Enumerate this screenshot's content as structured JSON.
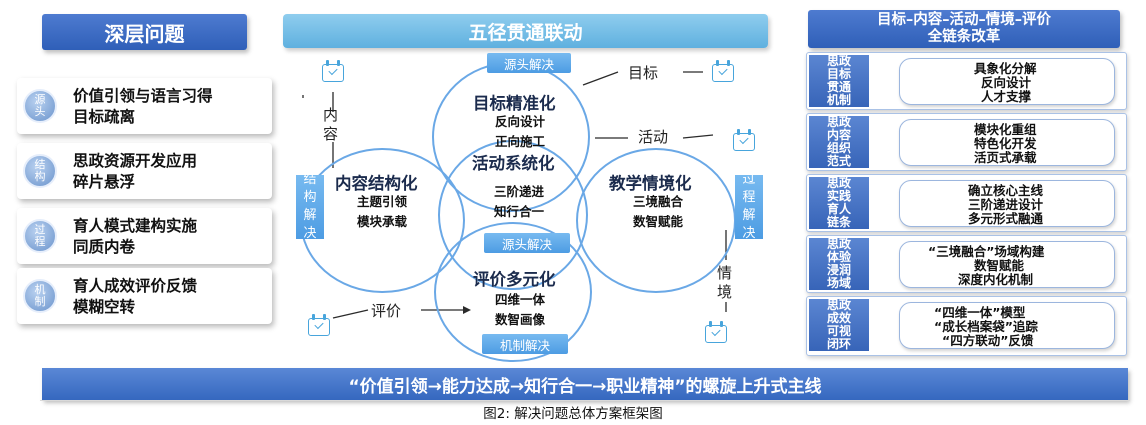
{
  "left": {
    "header": "深层问题",
    "problems": [
      {
        "tag": "源头",
        "line1": "价值引领与语言习得",
        "line2": "目标疏离"
      },
      {
        "tag": "结构",
        "line1": "思政资源开发应用",
        "line2": "碎片悬浮"
      },
      {
        "tag": "过程",
        "line1": "育人模式建构实施",
        "line2": "同质内卷"
      },
      {
        "tag": "机制",
        "line1": "育人成效评价反馈",
        "line2": "模糊空转"
      }
    ]
  },
  "middle": {
    "header": "五径贯通联动",
    "top_label": "源头解决",
    "center_label": "源头解决",
    "bottom_label": "机制解决",
    "left_vlabel": "结构解决",
    "right_vlabel": "过程解决",
    "circles": {
      "top": {
        "title": "目标精准化",
        "l1": "反向设计",
        "l2": "正向施工"
      },
      "left": {
        "title": "内容结构化",
        "l1": "主题引领",
        "l2": "模块承载"
      },
      "center": {
        "title": "活动系统化",
        "l1": "三阶递进",
        "l2": "知行合一"
      },
      "right": {
        "title": "教学情境化",
        "l1": "三境融合",
        "l2": "数智赋能"
      },
      "bottom": {
        "title": "评价多元化",
        "l1": "四维一体",
        "l2": "数智画像"
      }
    },
    "dims": {
      "content": "内容",
      "goal": "目标",
      "activity": "活动",
      "context": "情境",
      "evaluation": "评价"
    },
    "icons": [
      "calendar-check-icon"
    ]
  },
  "right": {
    "header_line1": "目标–内容–活动–情境–评价",
    "header_line2": "全链条改革",
    "rows": [
      {
        "side": "思政目标贯通机制",
        "lines": [
          "具象化分解",
          "反向设计",
          "人才支撑"
        ]
      },
      {
        "side": "思政内容组织范式",
        "lines": [
          "模块化重组",
          "特色化开发",
          "活页式承载"
        ]
      },
      {
        "side": "思政实践育人链条",
        "lines": [
          "确立核心主线",
          "三阶递进设计",
          "多元形式融通"
        ]
      },
      {
        "side": "思政体验浸润场域",
        "lines": [
          "“三境融合”场域构建",
          "数智赋能",
          "深度内化机制"
        ]
      },
      {
        "side": "思政成效可视闭环",
        "lines": [
          "“四维一体”模型",
          "“成长档案袋”追踪",
          "“四方联动”反馈"
        ]
      }
    ]
  },
  "bottom_bar": "“价值引领→能力达成→知行合一→职业精神”的螺旋上升式主线",
  "caption": "图2: 解决问题总体方案框架图",
  "colors": {
    "navy": "#3764b8",
    "sky": "#5fb0df",
    "circle": "#6aa8e6",
    "icon": "#48a5dc"
  }
}
